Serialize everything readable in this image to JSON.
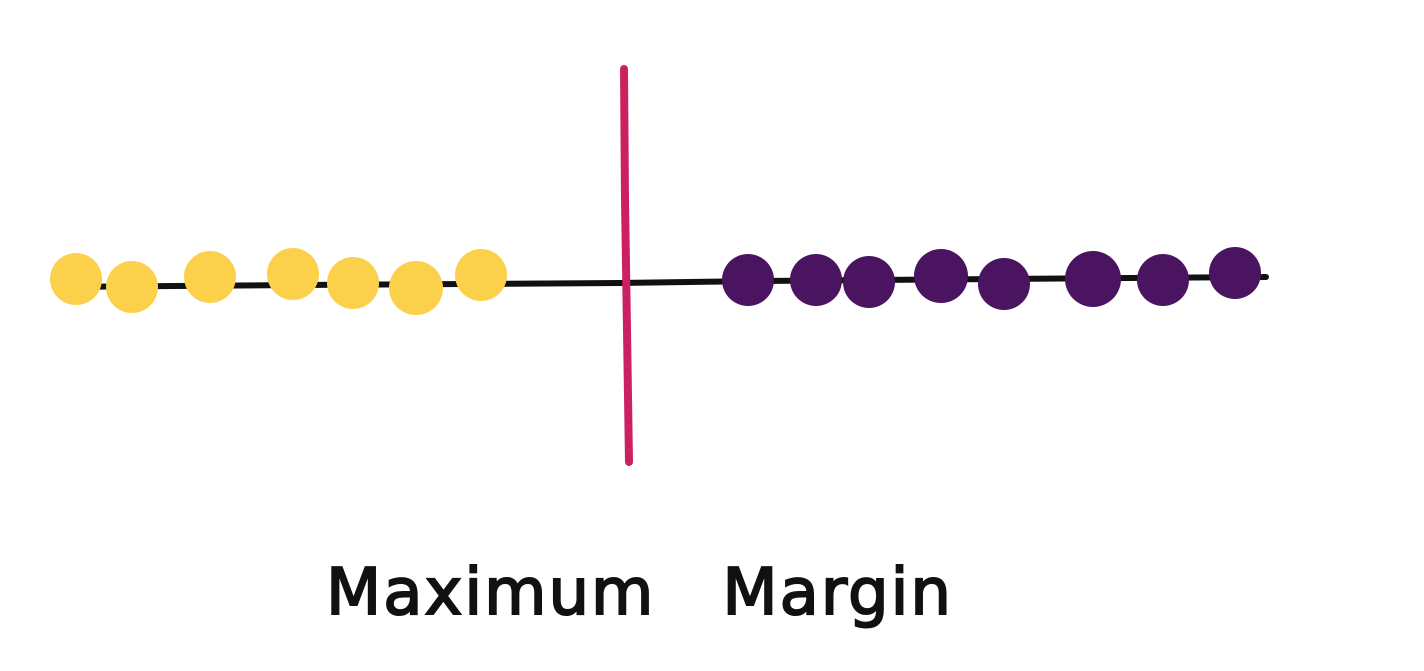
{
  "caption": "Maximum   Margin",
  "colors": {
    "axis_line": "#111111",
    "boundary_line": "#cc2160",
    "class_a_point": "#fbd14b",
    "class_b_point": "#4b1461",
    "caption_text": "#111111"
  },
  "chart_data": {
    "type": "scatter",
    "title": "",
    "xlabel": "",
    "ylabel": "",
    "grid": false,
    "legend": "none",
    "decision_boundary": "vertical line between the two groups of points",
    "series": [
      {
        "color": "#fbd14b",
        "count": 7,
        "side": "left"
      },
      {
        "color": "#4b1461",
        "count": 8,
        "side": "right"
      }
    ]
  }
}
